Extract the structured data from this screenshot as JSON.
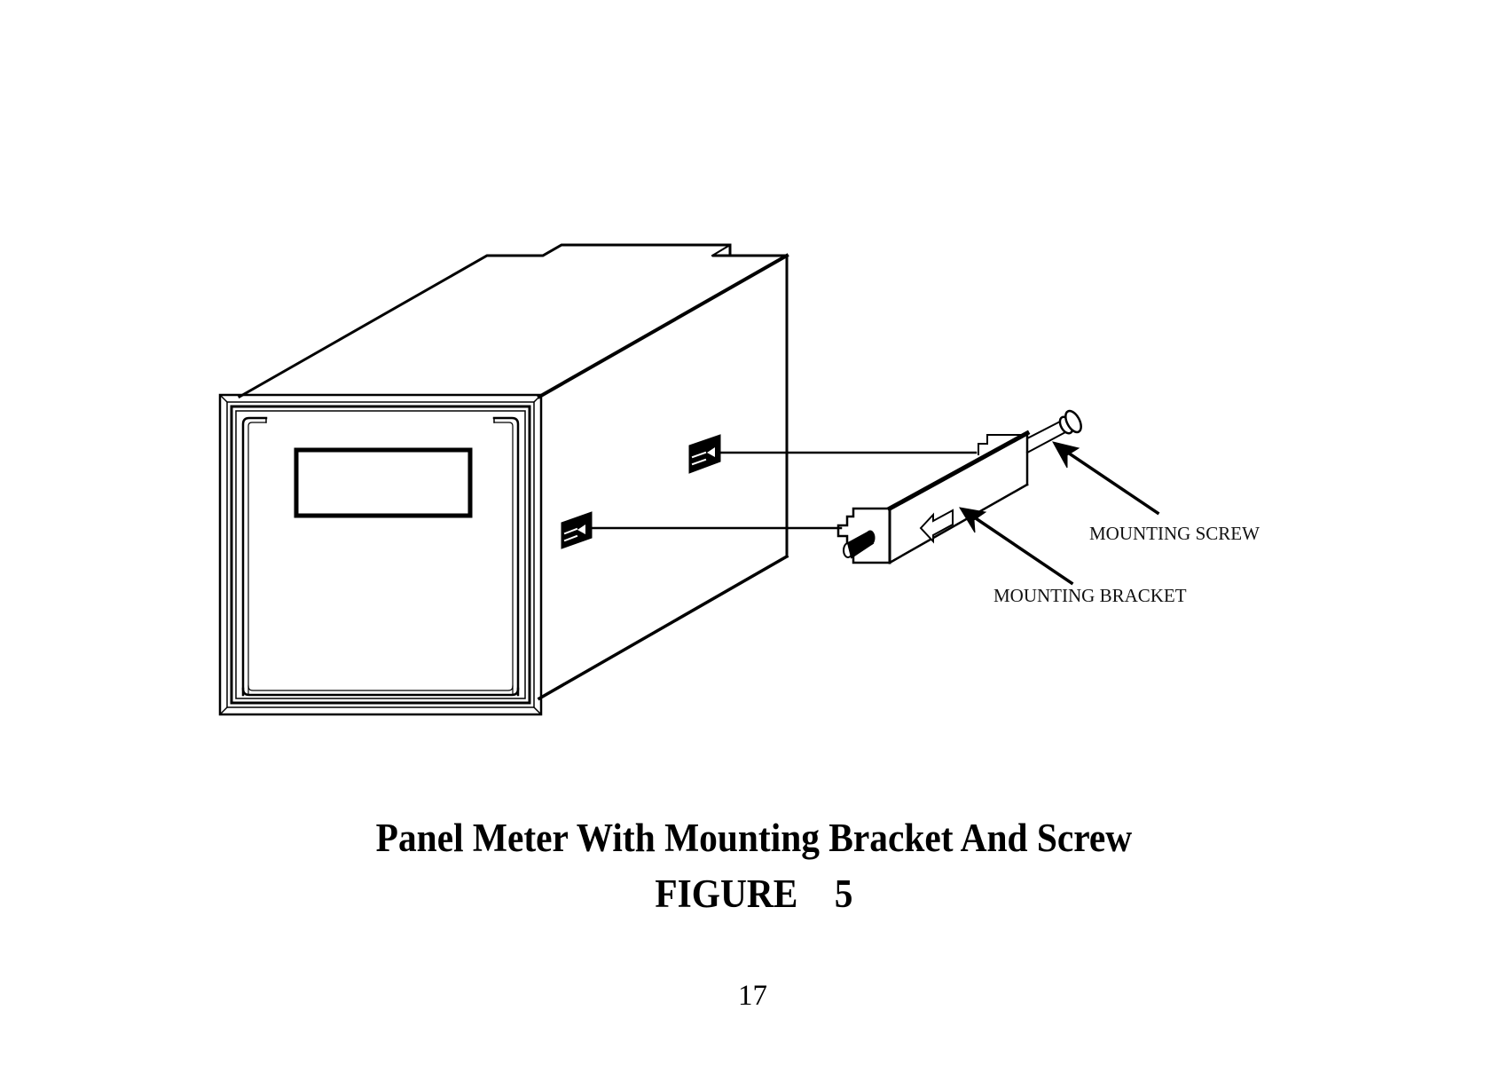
{
  "document": {
    "figure": {
      "callouts": {
        "screw": "MOUNTING SCREW",
        "bracket": "MOUNTING BRACKET"
      },
      "parts": [
        "panel-meter-housing",
        "front-bezel",
        "display-window",
        "upper-mounting-slot",
        "lower-mounting-slot",
        "mounting-bracket",
        "mounting-screw"
      ]
    },
    "caption": {
      "title": "Panel Meter With Mounting Bracket And Screw",
      "figure_label": "FIGURE",
      "figure_number": "5",
      "figure_full": "FIGURE    5"
    },
    "page_number": "17"
  }
}
